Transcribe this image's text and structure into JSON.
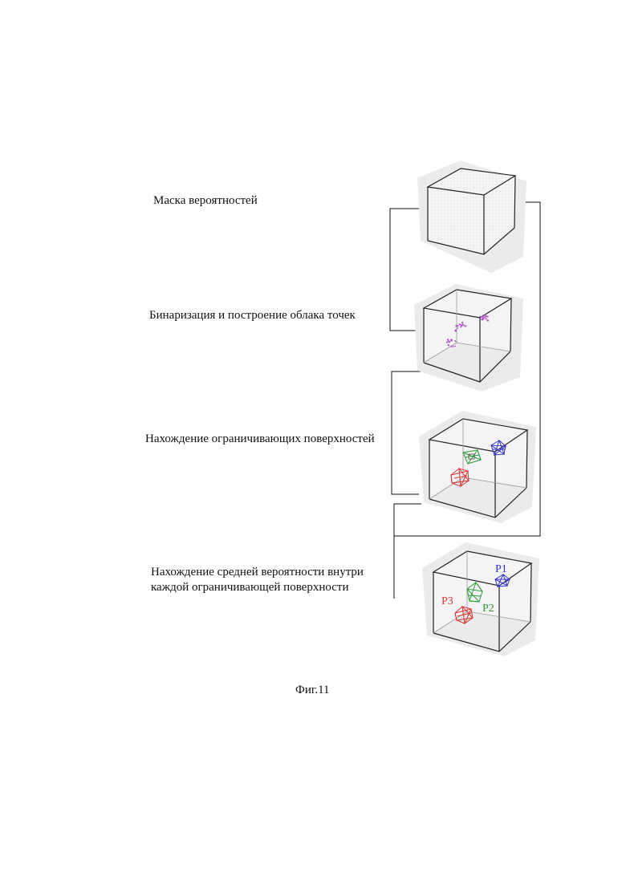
{
  "steps": [
    {
      "lines": [
        "Маска вероятностей"
      ]
    },
    {
      "lines": [
        "Бинаризация и построение облака точек"
      ]
    },
    {
      "lines": [
        "Нахождение ограничивающих поверхностей"
      ]
    },
    {
      "lines": [
        "Нахождение средней вероятности внутри",
        "каждой ограничивающей поверхности"
      ]
    }
  ],
  "regions": [
    {
      "label": "P1",
      "color": "#3333cc"
    },
    {
      "label": "P2",
      "color": "#2e9a3a"
    },
    {
      "label": "P3",
      "color": "#dd3333"
    }
  ],
  "point_cloud_color": "#b05cc8",
  "caption": "Фиг.11"
}
